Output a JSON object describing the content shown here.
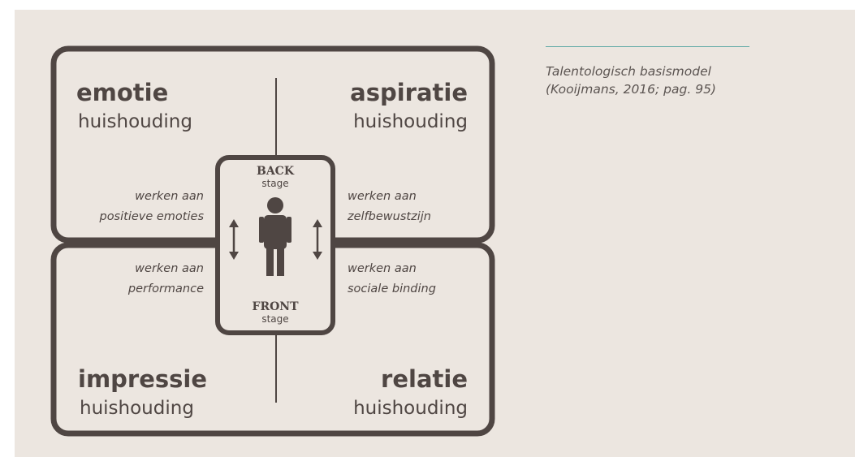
{
  "colors": {
    "background": "#ece6e0",
    "frame": "#4f4643",
    "text": "#4f4643",
    "accent_rule": "#5fa9a5",
    "caption_text": "#5b5451"
  },
  "diagram": {
    "quadrants": [
      {
        "title": "emotie",
        "subtitle": "huishouding",
        "task_line1": "werken aan",
        "task_line2": "positieve emoties"
      },
      {
        "title": "aspiratie",
        "subtitle": "huishouding",
        "task_line1": "werken aan",
        "task_line2": "zelfbewustzijn"
      },
      {
        "title": "impressie",
        "subtitle": "huishouding",
        "task_line1": "werken aan",
        "task_line2": "performance"
      },
      {
        "title": "relatie",
        "subtitle": "huishouding",
        "task_line1": "werken aan",
        "task_line2": "sociale binding"
      }
    ],
    "center": {
      "back_title": "BACK",
      "back_sub": "stage",
      "front_title": "FRONT",
      "front_sub": "stage",
      "figure_icon": "person-icon",
      "arrow_icon": "double-arrow-vertical-icon"
    }
  },
  "caption": {
    "line1": "Talentologisch basismodel",
    "line2": "(Kooijmans, 2016; pag. 95)"
  }
}
